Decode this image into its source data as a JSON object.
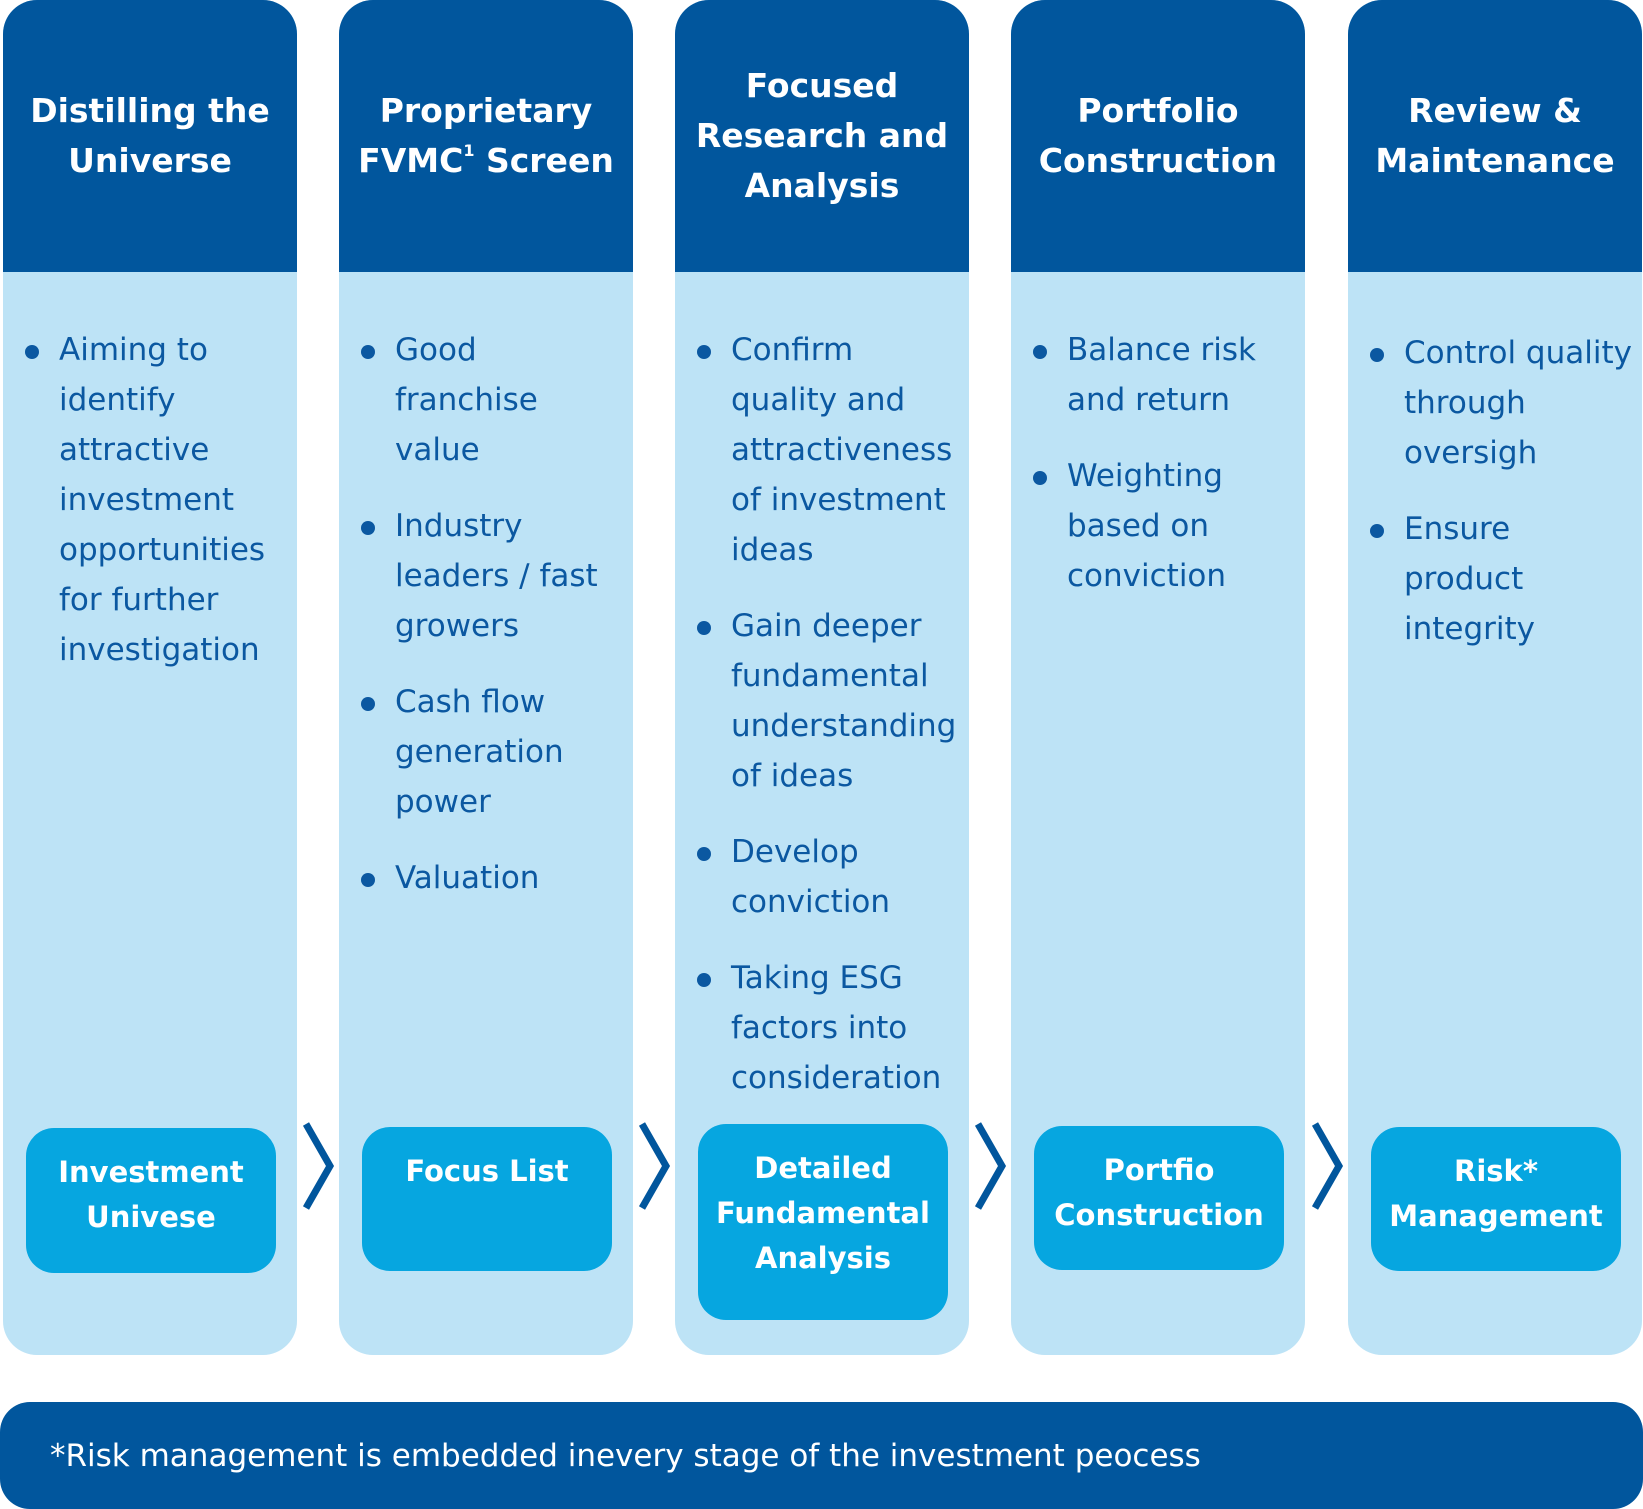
{
  "columns": [
    {
      "title_lines": [
        "Distilling the",
        "Universe"
      ],
      "bullets": [
        "Aiming to identify attractive investment opportunities for further investigation"
      ],
      "stage_lines": [
        "Investment",
        "Univese"
      ]
    },
    {
      "title_lines": [
        "Proprietary",
        "FVMC",
        "Screen"
      ],
      "title_superscript": "1",
      "bullets": [
        "Good franchise value",
        "Industry leaders / fast growers",
        "Cash flow generation power",
        "Valuation"
      ],
      "stage_lines": [
        "Focus List"
      ]
    },
    {
      "title_lines": [
        "Focused",
        "Research and",
        "Analysis"
      ],
      "bullets": [
        "Confirm quality and attractiveness of investment ideas",
        "Gain deeper fundamental understanding of ideas",
        "Develop conviction",
        "Taking ESG factors into consideration"
      ],
      "stage_lines": [
        "Detailed",
        "Fundamental",
        "Analysis"
      ]
    },
    {
      "title_lines": [
        "Portfolio",
        "Construction"
      ],
      "bullets": [
        "Balance risk and return",
        "Weighting based on conviction"
      ],
      "stage_lines": [
        "Portfio",
        "Construction"
      ]
    },
    {
      "title_lines": [
        "Review &",
        "Maintenance"
      ],
      "bullets": [
        "Control quality through oversigh",
        "Ensure product integrity"
      ],
      "stage_lines": [
        "Risk*",
        "Management"
      ]
    }
  ],
  "footer": {
    "note": "*Risk management is embedded inevery stage of the investment peocess"
  },
  "colors": {
    "header_blue": "#01569d",
    "column_light": "#bde3f6",
    "stage_blue": "#06a6e0",
    "text_blue": "#0b58a1"
  },
  "icons": [
    "chevron-right-icon"
  ]
}
